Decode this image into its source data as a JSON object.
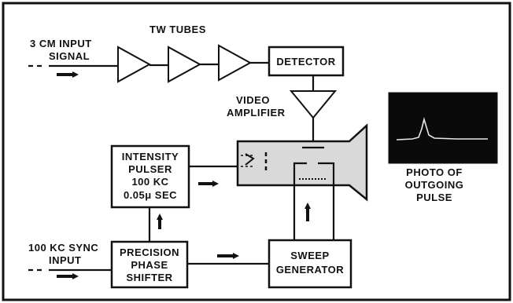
{
  "input": {
    "line1": "3 CM INPUT",
    "line2": "SIGNAL"
  },
  "tw_tubes": "TW TUBES",
  "detector": "DETECTOR",
  "video_amp": {
    "line1": "VIDEO",
    "line2": "AMPLIFIER"
  },
  "intensity_pulser": {
    "line1": "INTENSITY",
    "line2": "PULSER",
    "line3": "100 KC",
    "line4": "0.05μ SEC"
  },
  "sync_input": {
    "line1": "100 KC SYNC",
    "line2": "INPUT"
  },
  "phase_shifter": {
    "line1": "PRECISION",
    "line2": "PHASE",
    "line3": "SHIFTER"
  },
  "sweep_gen": {
    "line1": "SWEEP",
    "line2": "GENERATOR"
  },
  "photo_caption": {
    "line1": "PHOTO OF",
    "line2": "OUTGOING",
    "line3": "PULSE"
  },
  "colors": {
    "ink": "#111111",
    "crt_fill": "#d9d9d9",
    "photo_bg": "#0a0a0a",
    "trace": "#e8e8e8"
  }
}
